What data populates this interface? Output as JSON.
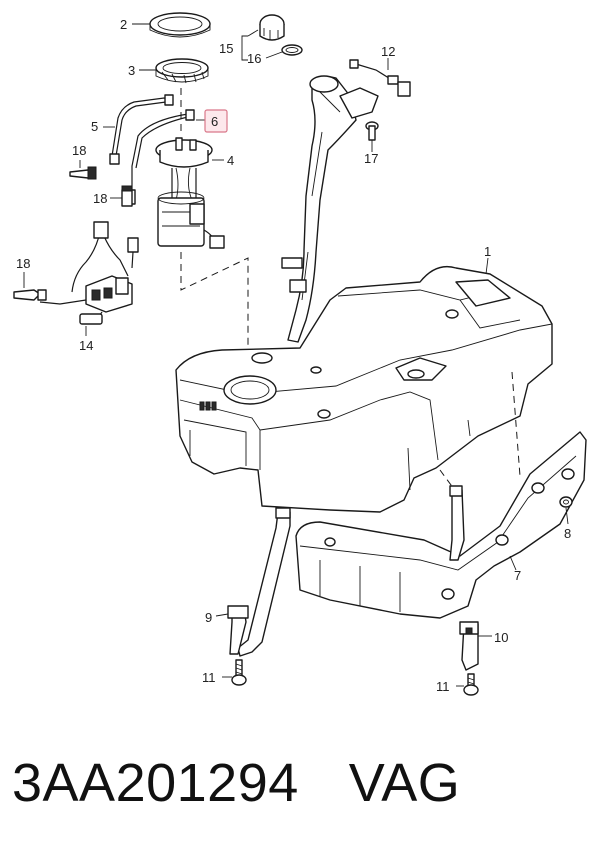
{
  "callouts": {
    "c1": "1",
    "c2": "2",
    "c3": "3",
    "c4": "4",
    "c5": "5",
    "c6": "6",
    "c7": "7",
    "c8": "8",
    "c9": "9",
    "c10": "10",
    "c11a": "11",
    "c11b": "11",
    "c12": "12",
    "c14": "14",
    "c15": "15",
    "c16": "16",
    "c17": "17",
    "c18a": "18",
    "c18b": "18",
    "c18c": "18"
  },
  "highlight_color": "#fde8ec",
  "caption": {
    "part_number": "3AA201294",
    "brand": "VAG"
  }
}
